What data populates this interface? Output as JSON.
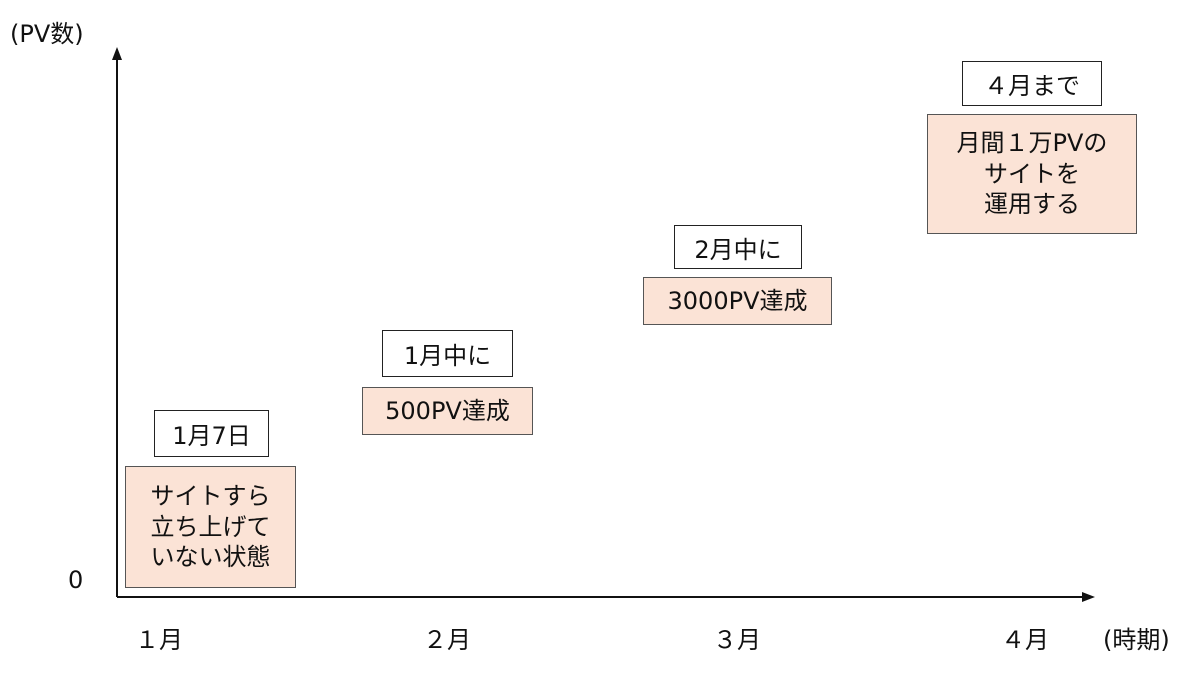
{
  "axes": {
    "y_title": "(PV数)",
    "y_zero": "0",
    "x_title": "(時期)",
    "x_ticks": [
      "１月",
      "２月",
      "３月",
      "４月"
    ]
  },
  "milestones": [
    {
      "date": "1月7日",
      "goal": "サイトすら\n立ち上げて\nいない状態"
    },
    {
      "date": "1月中に",
      "goal": "500PV達成"
    },
    {
      "date": "2月中に",
      "goal": "3000PV達成"
    },
    {
      "date": "４月まで",
      "goal": "月間１万PVの\nサイトを\n運用する"
    }
  ],
  "colors": {
    "goal_fill": "#fbe3d6",
    "axis": "#111111"
  }
}
